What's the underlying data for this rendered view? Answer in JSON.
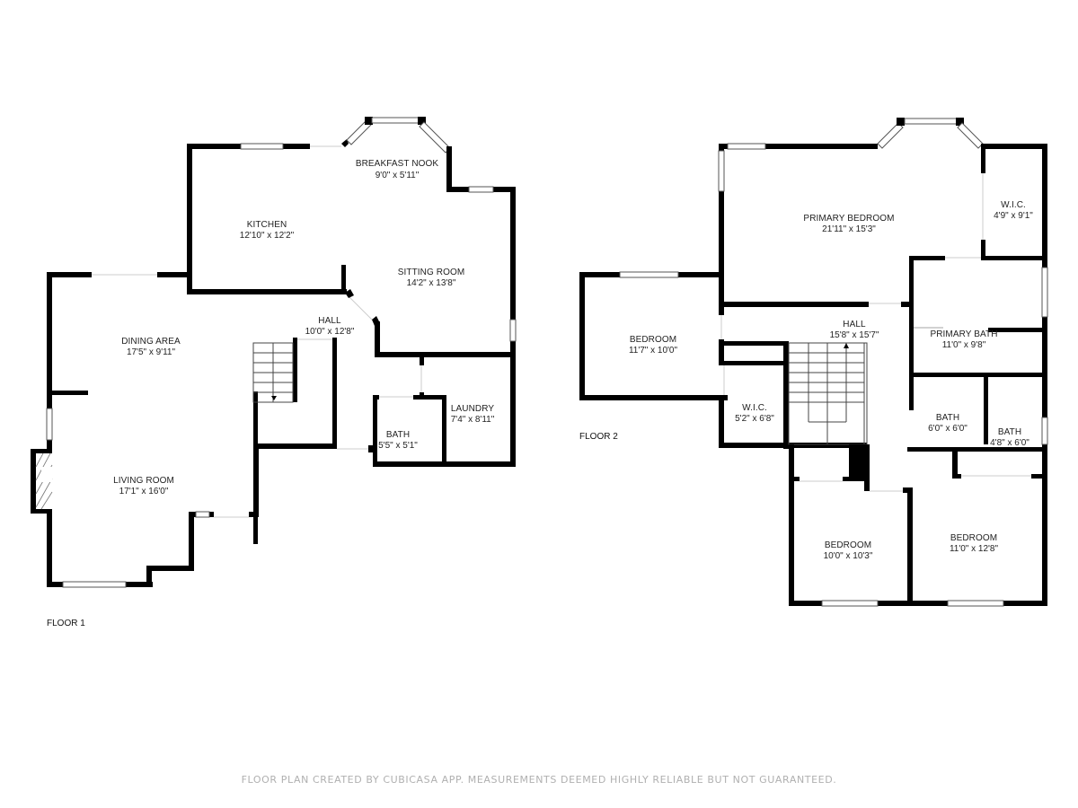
{
  "floor1": {
    "label": "FLOOR 1",
    "rooms": [
      {
        "name": "BREAKFAST NOOK",
        "dim": "9'0\" x 5'11\""
      },
      {
        "name": "KITCHEN",
        "dim": "12'10\" x 12'2\""
      },
      {
        "name": "SITTING ROOM",
        "dim": "14'2\" x 13'8\""
      },
      {
        "name": "DINING AREA",
        "dim": "17'5\" x 9'11\""
      },
      {
        "name": "HALL",
        "dim": "10'0\" x 12'8\""
      },
      {
        "name": "LAUNDRY",
        "dim": "7'4\" x 8'11\""
      },
      {
        "name": "BATH",
        "dim": "5'5\" x 5'1\""
      },
      {
        "name": "LIVING ROOM",
        "dim": "17'1\" x 16'0\""
      }
    ]
  },
  "floor2": {
    "label": "FLOOR 2",
    "rooms": [
      {
        "name": "PRIMARY BEDROOM",
        "dim": "21'11\" x 15'3\""
      },
      {
        "name": "W.I.C.",
        "dim": "4'9\" x 9'1\""
      },
      {
        "name": "BEDROOM",
        "dim": "11'7\" x 10'0\""
      },
      {
        "name": "HALL",
        "dim": "15'8\" x 15'7\""
      },
      {
        "name": "PRIMARY BATH",
        "dim": "11'0\" x 9'8\""
      },
      {
        "name": "W.I.C.",
        "dim": "5'2\" x 6'8\""
      },
      {
        "name": "BATH",
        "dim": "6'0\" x 6'0\""
      },
      {
        "name": "BATH",
        "dim": "4'8\" x 6'0\""
      },
      {
        "name": "BEDROOM",
        "dim": "10'0\" x 10'3\""
      },
      {
        "name": "BEDROOM",
        "dim": "11'0\" x 12'8\""
      }
    ]
  },
  "footer": {
    "disclaimer": "FLOOR PLAN CREATED BY CUBICASA APP. MEASUREMENTS DEEMED HIGHLY RELIABLE BUT NOT GUARANTEED."
  }
}
